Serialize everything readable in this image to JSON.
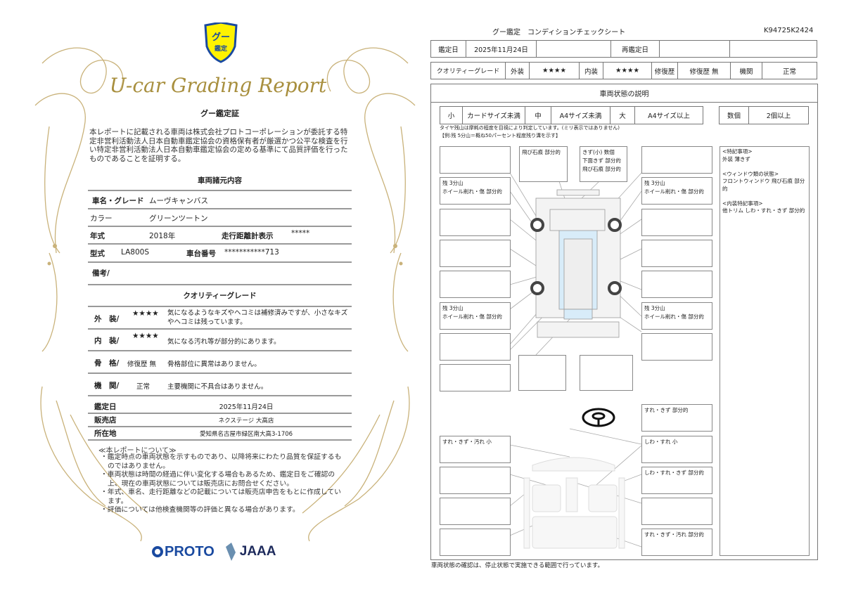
{
  "certificate": {
    "logo_text": "グー鑑定",
    "script_title": "U-car Grading Report",
    "heading": "グー鑑定証",
    "intro": "本レポートに記載される車両は株式会社プロトコーポレーションが委託する特定非営利活動法人日本自動車鑑定協会の資格保有者が厳選かつ公平な検査を行い特定非営利活動法人日本自動車鑑定協会の定める基準にて品質評価を行ったものであることを証明する。",
    "specs_heading": "車両諸元内容",
    "specs": {
      "name_label": "車名・グレード",
      "name_value": "ムーヴキャンバス",
      "color_label": "カラー",
      "color_value": "グリーンツートン",
      "year_label": "年式",
      "year_value": "2018年",
      "odometer_label": "走行距離計表示",
      "odometer_value": "*****",
      "model_label": "型式",
      "model_value": "LA800S",
      "chassis_label": "車台番号",
      "chassis_value": "***********713",
      "remarks_label": "備考/"
    },
    "grade_heading": "クオリティーグレード",
    "grades": [
      {
        "label": "外　装/",
        "value": "★★★★",
        "desc": "気になるようなキズやヘコミは補修済みですが、小さなキズやヘコミは残っています。"
      },
      {
        "label": "内　装/",
        "value": "★★★★",
        "desc": "気になる汚れ等が部分的にあります。"
      },
      {
        "label": "骨　格/",
        "value": "修復歴 無",
        "desc": "骨格部位に異常はありません。"
      },
      {
        "label": "機　関/",
        "value": "正常",
        "desc": "主要機関に不具合はありません。"
      }
    ],
    "info": [
      {
        "label": "鑑定日",
        "value": "2025年11月24日"
      },
      {
        "label": "販売店",
        "value": "ネクステージ 大高店"
      },
      {
        "label": "所在地",
        "value": "愛知県名古屋市緑区南大高3-1706"
      }
    ],
    "notes_heading": "≪本レポートについて≫",
    "notes": [
      "鑑定時点の車両状態を示すものであり、以降将来にわたり品質を保証するものではありません。",
      "車両状態は時間の経過に伴い変化する場合もあるため、鑑定日をご確認の上、現在の車両状態については販売店にお問合せください。",
      "年式、車名、走行距離などの記載については販売店申告をもとに作成しています。",
      "評価については他検査機関等の評価と異なる場合があります。"
    ],
    "logos": {
      "proto": "PROTO",
      "jaaa": "JAAA"
    }
  },
  "sheet": {
    "title": "グー鑑定　コンディションチェックシート",
    "code": "K94725K2424",
    "row1": {
      "date_label": "鑑定日",
      "date_value": "2025年11月24日",
      "reinspect_label": "再鑑定日"
    },
    "row2": {
      "grade_label": "クオリティーグレード",
      "ext_label": "外装",
      "ext_value": "★★★★",
      "int_label": "内装",
      "int_value": "★★★★",
      "repair_label": "修復歴",
      "repair_value": "修復歴 無",
      "engine_label": "機関",
      "engine_value": "正常"
    },
    "section_title": "車両状態の説明",
    "legend": {
      "s": "小",
      "s_desc": "カードサイズ未満",
      "m": "中",
      "m_desc": "A4サイズ未満",
      "l": "大",
      "l_desc": "A4サイズ以上",
      "n": "数個",
      "n_desc": "2個以上"
    },
    "tire_note": "タイヤ残山は摩耗の程度を目視により判定しています。(ミリ表示ではありません)",
    "tire_example": "【例:残 5分山＝概ね50パーセント程度残り溝を示す】",
    "exterior": {
      "top_mid_left": "飛び石痕 部分的",
      "top_mid_right": "きず(小) 数個\n下面きず 部分的\n飛び石痕 部分的",
      "front_left_wheel": "残 3分山\nホイール削れ・傷 部分的",
      "front_right_wheel": "残 3分山\nホイール削れ・傷 部分的",
      "rear_left_wheel": "残 3分山\nホイール削れ・傷 部分的",
      "rear_right_wheel": "残 3分山\nホイール削れ・傷 部分的"
    },
    "remarks": "<特記事項>\n外装 薄きず\n\n<ウィンドウ類の状態>\nフロントウィンドウ 飛び石痕 部分的\n\n<内装特記事項>\n他トリム しわ・すれ・きず 部分的",
    "interior": {
      "steering": "すれ・きず 部分的",
      "dashboard": "すれ・きず・汚れ 小",
      "right_front_seat": "しわ・すれ 小",
      "right_trim": "しわ・すれ・きず 部分的",
      "floor": "すれ・きず・汚れ 部分的"
    },
    "footer": "車両状態の確認は、停止状態で実施できる範囲で行っています。"
  }
}
